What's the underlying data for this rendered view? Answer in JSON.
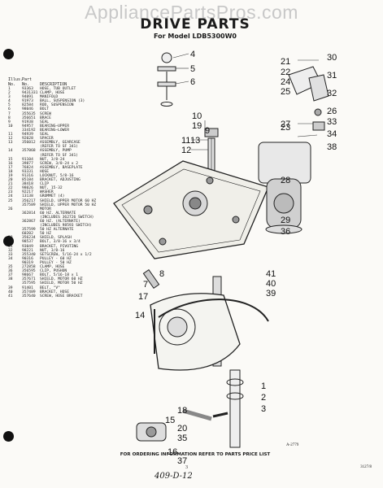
{
  "watermark": "AppliancePartsPros.com",
  "title": "DRIVE PARTS",
  "subtitle": "For Model LDB5300W0",
  "table": {
    "header": {
      "col1": "Illus.\nNo.",
      "col2": "Part\nNo.",
      "col3": "DESCRIPTION"
    },
    "rows": [
      [
        "1",
        "93363",
        "HOSE, TUB OUTLET"
      ],
      [
        "2",
        "9431331",
        "CLAMP, HOSE"
      ],
      [
        "3",
        "94091",
        "MANIFOLD"
      ],
      [
        "4",
        "91973",
        "BALL, SUSPENSION (3)"
      ],
      [
        "5",
        "82584",
        "ROD, SUSPENSION"
      ],
      [
        "6",
        "98046",
        "BOLT"
      ],
      [
        "7",
        "355635",
        "SCREW"
      ],
      [
        "8",
        "356651",
        "BRACE"
      ],
      [
        "9",
        "91938",
        "SEAL"
      ],
      [
        "10",
        "94957",
        "BEARING—UPPER"
      ],
      [
        "",
        "334192",
        "BEARING—LOWER"
      ],
      [
        "11",
        "94939",
        "SEAL"
      ],
      [
        "12",
        "92028",
        "SPACER"
      ],
      [
        "13",
        "356012",
        "ASSEMBLY, GEARCASE"
      ],
      [
        "",
        "",
        "(REFER TO SF 341)"
      ],
      [
        "14",
        "357068",
        "ASSEMBLY, PUMP"
      ],
      [
        "",
        "",
        "(REFER TO SF 341)"
      ],
      [
        "15",
        "91104",
        "NUT, 3/8-24"
      ],
      [
        "16",
        "39877",
        "SCREW, 3/8-24 x 2"
      ],
      [
        "17",
        "76824",
        "ASSEMBLY, BASEPLATE"
      ],
      [
        "18",
        "93331",
        "HOSE"
      ],
      [
        "19",
        "91316",
        "LOCKNUT, 5/8-16"
      ],
      [
        "20",
        "85184",
        "BRACKET, ADJUSTING"
      ],
      [
        "21",
        "38418",
        "CLIP"
      ],
      [
        "22",
        "98026",
        "NUT, 15-32"
      ],
      [
        "23",
        "92217",
        "WASHER"
      ],
      [
        "24",
        "13138",
        "GROMMET (4)"
      ],
      [
        "25",
        "356217",
        "SHIELD, UPPER MOTOR 60 HZ"
      ],
      [
        "",
        "357589",
        "SHIELD, UPPER MOTOR 50 HZ"
      ],
      [
        "26",
        "",
        "MOTOR"
      ],
      [
        "",
        "362814",
        "60 HZ. ALTERNATE"
      ],
      [
        "",
        "",
        "(INCLUDES 362726 SWITCH)"
      ],
      [
        "",
        "362867",
        "60 HZ. (ALTERNATE)"
      ],
      [
        "",
        "",
        "(INCLUDES 98593 SWITCH)"
      ],
      [
        "",
        "357599",
        "50 HZ ALTERNATE"
      ],
      [
        "",
        "60202",
        "50 HZ"
      ],
      [
        "29",
        "356234",
        "SHIELD, SPLASH"
      ],
      [
        "30",
        "98537",
        "BOLT, 3/8-16 x 3/4"
      ],
      [
        "31",
        "93049",
        "BRACKET, PIVOTING"
      ],
      [
        "32",
        "98221",
        "NUT, 3/8-16"
      ],
      [
        "33",
        "355340",
        "SETSCREW, 5/16-24 x 1/2"
      ],
      [
        "34",
        "90316",
        "PULLEY - 60 HZ"
      ],
      [
        "",
        "90319",
        "PULLEY - 50 HZ"
      ],
      [
        "35",
        "272858",
        "CLAMP, HOSE"
      ],
      [
        "36",
        "356595",
        "CLIP, PUSHON"
      ],
      [
        "37",
        "98667",
        "BOLT, 5/16-18 x 1"
      ],
      [
        "38",
        "357671",
        "SHIELD, MOTOR 60 HZ"
      ],
      [
        "",
        "357595",
        "SHIELD, MOTOR 50 HZ"
      ],
      [
        "39",
        "91401",
        "BELT, \"V\""
      ],
      [
        "40",
        "357489",
        "BRACKET, HOSE"
      ],
      [
        "41",
        "357640",
        "SCREW, HOSE BRACKET"
      ]
    ]
  },
  "callouts": [
    "4",
    "5",
    "6",
    "10",
    "19",
    "11",
    "12",
    "9",
    "8",
    "7",
    "17",
    "14",
    "18",
    "15",
    "20",
    "35",
    "16",
    "37",
    "1",
    "2",
    "3",
    "21",
    "22",
    "24",
    "25",
    "30",
    "31",
    "32",
    "26",
    "33",
    "34",
    "27",
    "38",
    "28",
    "29",
    "36",
    "23",
    "41",
    "40",
    "39",
    "13"
  ],
  "drawing_code": "A-2779",
  "footer": "FOR ORDERING INFORMATION REFER TO PARTS PRICE LIST",
  "page_number": "3",
  "doc_code": "3127/8",
  "handwritten_note": "409-D-12"
}
